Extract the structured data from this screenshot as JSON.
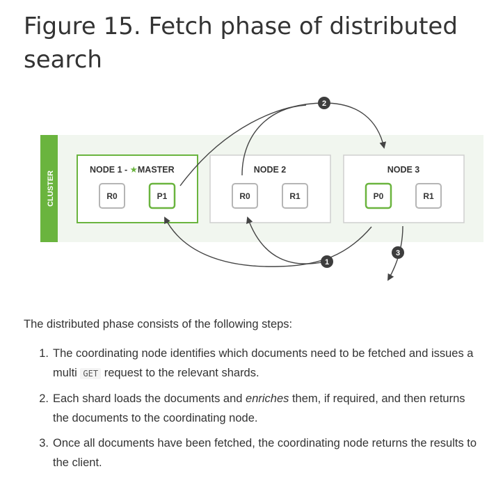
{
  "title": "Figure 15. Fetch phase of distributed search",
  "diagram": {
    "cluster_label": "CLUSTER",
    "nodes": [
      {
        "name": "NODE 1 - ",
        "master": "MASTER",
        "shards": [
          "R0",
          "P1"
        ]
      },
      {
        "name": "NODE 2",
        "shards": [
          "R0",
          "R1"
        ]
      },
      {
        "name": "NODE 3",
        "shards": [
          "P0",
          "R1"
        ]
      }
    ],
    "markers": [
      "1",
      "2",
      "3"
    ],
    "colors": {
      "green": "#6ab43e",
      "cluster_band": "#f1f6ef",
      "node_border": "#cfcfcf",
      "shard_border": "#b5b5b5",
      "arrow": "#444444",
      "marker": "#3d3d3d"
    },
    "icons": {
      "master": "star-icon"
    }
  },
  "body": {
    "intro": "The distributed phase consists of the following steps:",
    "steps": [
      {
        "num": "1.",
        "before": "The coordinating node identifies which documents need to be fetched and issues a multi ",
        "code": "GET",
        "after": " request to the relevant shards."
      },
      {
        "num": "2.",
        "before": "Each shard loads the documents and ",
        "em": "enriches",
        "after": " them, if required, and then returns the documents to the coordinating node."
      },
      {
        "num": "3.",
        "text": "Once all documents have been fetched, the coordinating node returns the results to the client."
      }
    ]
  }
}
